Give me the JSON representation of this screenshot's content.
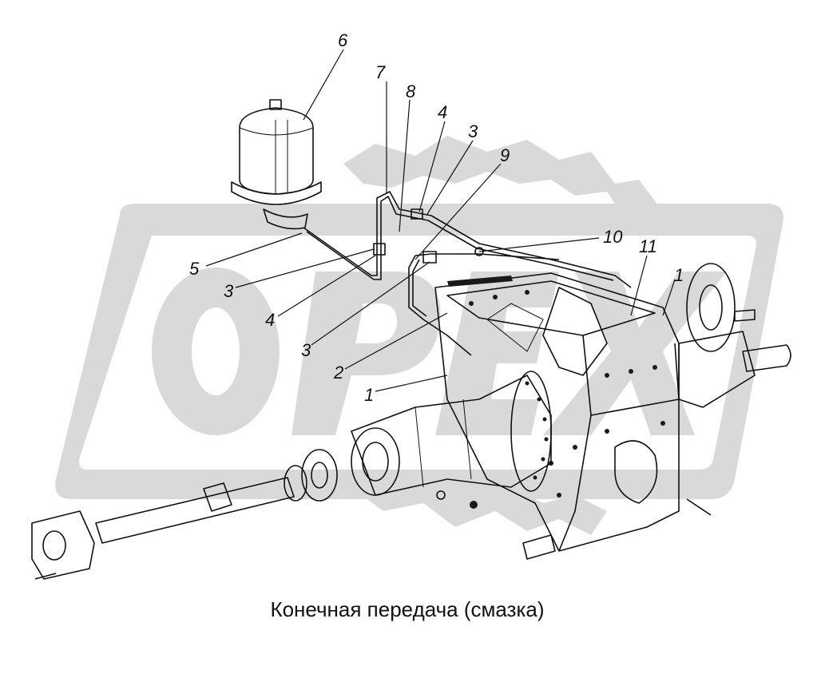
{
  "caption": "Конечная передача (смазка)",
  "watermark": {
    "text": "ОРЕХ",
    "color": "#d9d9d9"
  },
  "callouts": {
    "c1a": "1",
    "c1b": "1",
    "c2": "2",
    "c3a": "3",
    "c3b": "3",
    "c3c": "3",
    "c4a": "4",
    "c4b": "4",
    "c5": "5",
    "c6": "6",
    "c7": "7",
    "c8": "8",
    "c9": "9",
    "c10": "10",
    "c11": "11"
  }
}
